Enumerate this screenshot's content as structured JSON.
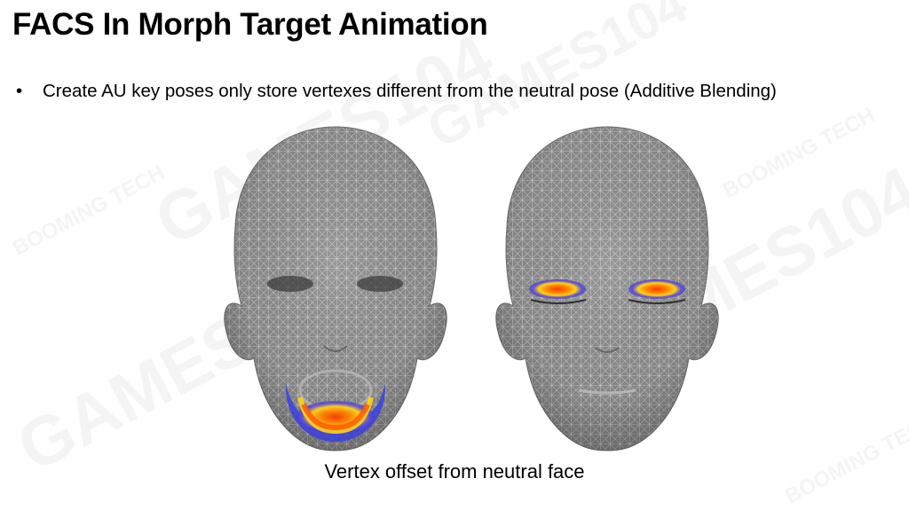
{
  "slide": {
    "title": "FACS In Morph Target Animation",
    "bullets": [
      {
        "text": "Create AU key poses only store vertexes different from the neutral pose (Additive Blending)"
      }
    ],
    "caption": "Vertex offset from neutral face"
  },
  "figures": [
    {
      "name": "head-jaw-au",
      "highlight_region": "jaw",
      "mesh": "gray-wireframe"
    },
    {
      "name": "head-eye-au",
      "highlight_region": "eyes",
      "mesh": "gray-wireframe"
    }
  ],
  "watermark": {
    "brand": "GAMES104",
    "sub": "BOOMING TECH"
  },
  "colors": {
    "background": "#ffffff",
    "text": "#000000",
    "mesh": "#8e8e8e",
    "heat_low": "#3a3fe0",
    "heat_mid": "#ffd21a",
    "heat_high": "#ff3a00"
  }
}
